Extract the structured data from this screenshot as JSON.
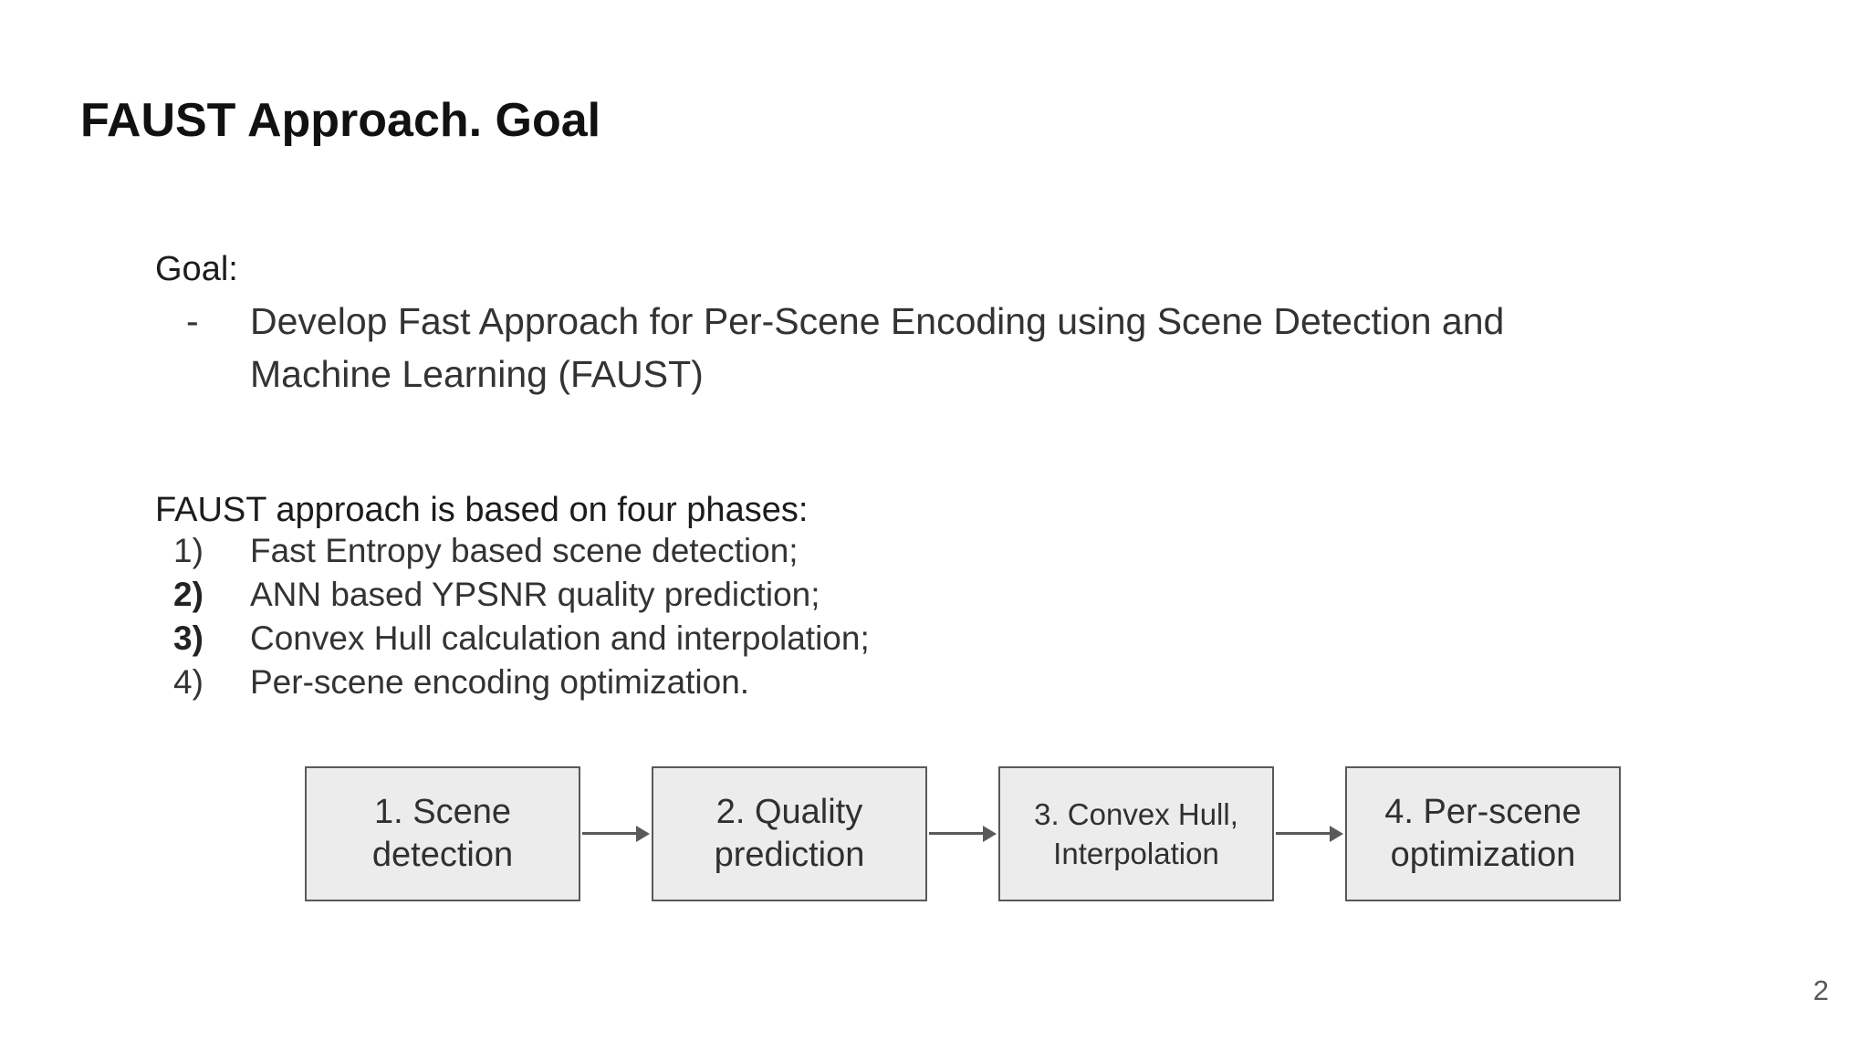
{
  "slide": {
    "title": "FAUST Approach. Goal",
    "goal": {
      "label": "Goal:",
      "bullet_dash": "-",
      "line1": "Develop Fast Approach for Per-Scene Encoding using Scene Detection and",
      "line2": "Machine Learning (FAUST)"
    },
    "phases": {
      "heading": "FAUST approach is based on four phases:",
      "items": [
        {
          "num": "1)",
          "text": "Fast Entropy based scene detection;"
        },
        {
          "num": "2)",
          "text": "ANN based YPSNR quality prediction;"
        },
        {
          "num": "3)",
          "text": "Convex Hull calculation and interpolation;"
        },
        {
          "num": "4)",
          "text": "Per-scene encoding optimization."
        }
      ]
    },
    "flow": {
      "boxes": [
        {
          "line1": "1. Scene",
          "line2": "detection"
        },
        {
          "line1": "2. Quality",
          "line2": "prediction"
        },
        {
          "line1": "3. Convex Hull,",
          "line2": "Interpolation"
        },
        {
          "line1": "4. Per-scene",
          "line2": "optimization"
        }
      ]
    },
    "page_number": "2",
    "colors": {
      "box_fill": "#ececec",
      "box_border": "#595959",
      "arrow": "#5a5a5a",
      "heading_text": "#1c1c1c",
      "body_text": "#333333",
      "page_number_text": "#575757"
    }
  }
}
